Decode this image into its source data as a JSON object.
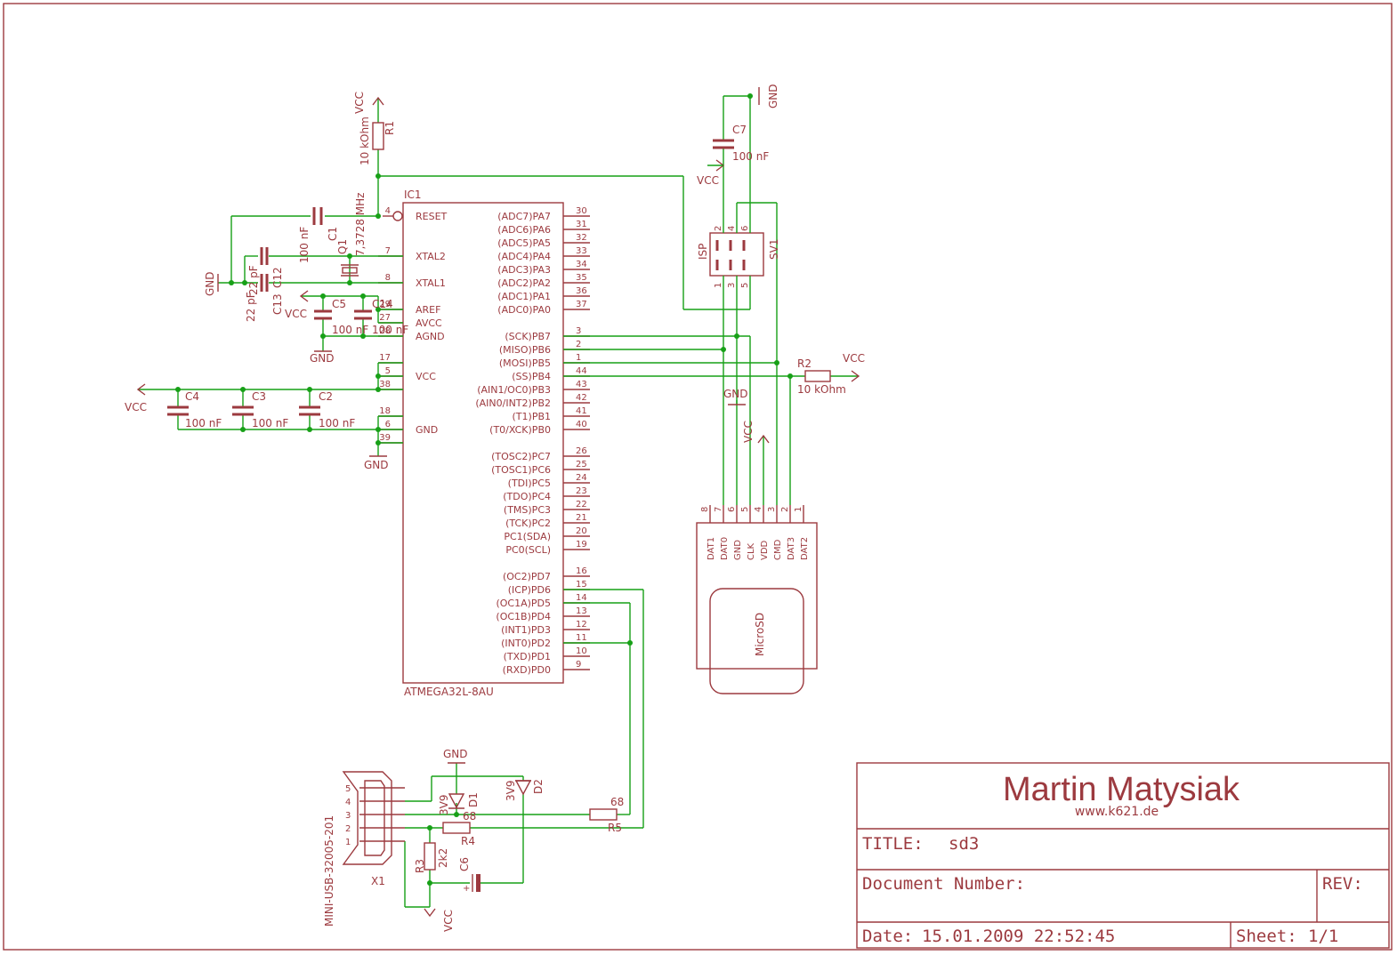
{
  "title_block": {
    "author": "Martin Matysiak",
    "website": "www.k621.de",
    "title_label": "TITLE:",
    "title_value": "sd3",
    "document_label": "Document Number:",
    "rev_label": "REV:",
    "date_label": "Date:",
    "date_value": "15.01.2009 22:52:45",
    "sheet_label": "Sheet:",
    "sheet_value": "1/1"
  },
  "ic1": {
    "name": "IC1",
    "part": "ATMEGA32L-8AU",
    "left_pins": [
      {
        "label": "RESET",
        "nums": [
          "4"
        ]
      },
      {
        "label": "XTAL2",
        "nums": [
          "7"
        ]
      },
      {
        "label": "XTAL1",
        "nums": [
          "8"
        ]
      },
      {
        "label": "AREF",
        "nums": [
          "29"
        ]
      },
      {
        "label": "AVCC",
        "nums": [
          "27"
        ]
      },
      {
        "label": "AGND",
        "nums": [
          "28"
        ]
      },
      {
        "label": "VCC",
        "nums": [
          "17",
          "5",
          "38"
        ]
      },
      {
        "label": "GND",
        "nums": [
          "18",
          "6",
          "39"
        ]
      }
    ],
    "right_pins": [
      {
        "label": "(ADC7)PA7",
        "num": "30"
      },
      {
        "label": "(ADC6)PA6",
        "num": "31"
      },
      {
        "label": "(ADC5)PA5",
        "num": "32"
      },
      {
        "label": "(ADC4)PA4",
        "num": "33"
      },
      {
        "label": "(ADC3)PA3",
        "num": "34"
      },
      {
        "label": "(ADC2)PA2",
        "num": "35"
      },
      {
        "label": "(ADC1)PA1",
        "num": "36"
      },
      {
        "label": "(ADC0)PA0",
        "num": "37"
      },
      {
        "label": "(SCK)PB7",
        "num": "3"
      },
      {
        "label": "(MISO)PB6",
        "num": "2"
      },
      {
        "label": "(MOSI)PB5",
        "num": "1"
      },
      {
        "label": "(SS)PB4",
        "num": "44"
      },
      {
        "label": "(AIN1/OC0)PB3",
        "num": "43"
      },
      {
        "label": "(AIN0/INT2)PB2",
        "num": "42"
      },
      {
        "label": "(T1)PB1",
        "num": "41"
      },
      {
        "label": "(T0/XCK)PB0",
        "num": "40"
      },
      {
        "label": "(TOSC2)PC7",
        "num": "26"
      },
      {
        "label": "(TOSC1)PC6",
        "num": "25"
      },
      {
        "label": "(TDI)PC5",
        "num": "24"
      },
      {
        "label": "(TDO)PC4",
        "num": "23"
      },
      {
        "label": "(TMS)PC3",
        "num": "22"
      },
      {
        "label": "(TCK)PC2",
        "num": "21"
      },
      {
        "label": "PC1(SDA)",
        "num": "20"
      },
      {
        "label": "PC0(SCL)",
        "num": "19"
      },
      {
        "label": "(OC2)PD7",
        "num": "16"
      },
      {
        "label": "(ICP)PD6",
        "num": "15"
      },
      {
        "label": "(OC1A)PD5",
        "num": "14"
      },
      {
        "label": "(OC1B)PD4",
        "num": "13"
      },
      {
        "label": "(INT1)PD3",
        "num": "12"
      },
      {
        "label": "(INT0)PD2",
        "num": "11"
      },
      {
        "label": "(TXD)PD1",
        "num": "10"
      },
      {
        "label": "(RXD)PD0",
        "num": "9"
      }
    ]
  },
  "components": {
    "r1": {
      "name": "R1",
      "value": "10 kOhm"
    },
    "r2": {
      "name": "R2",
      "value": "10 kOhm"
    },
    "r3": {
      "name": "R3",
      "value": "2k2"
    },
    "r4": {
      "name": "R4",
      "value": "68"
    },
    "r5": {
      "name": "R5",
      "value": "68"
    },
    "c1": {
      "name": "C1",
      "value": "100 nF"
    },
    "c2": {
      "name": "C2",
      "value": "100 nF"
    },
    "c3": {
      "name": "C3",
      "value": "100 nF"
    },
    "c4": {
      "name": "C4",
      "value": "100 nF"
    },
    "c5": {
      "name": "C5",
      "value": "100 nF"
    },
    "c6": {
      "name": "C6",
      "value": ""
    },
    "c7": {
      "name": "C7",
      "value": "100 nF"
    },
    "c12": {
      "name": "C12",
      "value": "22 pF"
    },
    "c13": {
      "name": "C13",
      "value": "22 pF"
    },
    "c14": {
      "name": "C14",
      "value": "100 nF"
    },
    "q1": {
      "name": "Q1",
      "value": "7,3728 MHz"
    },
    "d1": {
      "name": "D1",
      "value": "3V9"
    },
    "d2": {
      "name": "D2",
      "value": "3V9"
    },
    "x1": {
      "name": "X1",
      "part": "MINI-USB-32005-201",
      "pins": [
        "5",
        "4",
        "3",
        "2",
        "1"
      ]
    },
    "isp": {
      "name": "ISP",
      "part": "SV1",
      "top_pins": [
        "2",
        "4",
        "6"
      ],
      "bottom_pins": [
        "1",
        "3",
        "5"
      ]
    },
    "sd": {
      "name": "MicroSD",
      "pins": [
        "8",
        "7",
        "6",
        "5",
        "4",
        "3",
        "2",
        "1"
      ],
      "signals": [
        "DAT1",
        "DAT0",
        "GND",
        "CLK",
        "VDD",
        "CMD",
        "DAT3",
        "DAT2"
      ]
    }
  },
  "nets": {
    "vcc": "VCC",
    "gnd": "GND"
  }
}
